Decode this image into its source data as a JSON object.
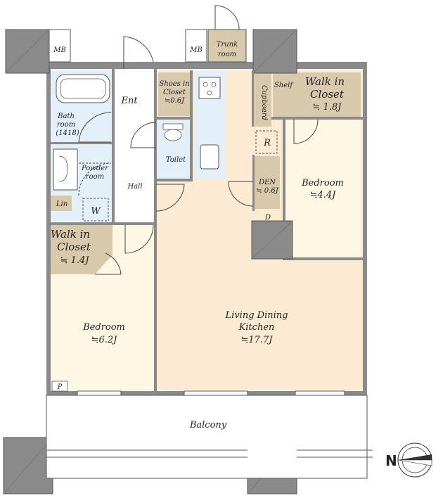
{
  "colors": {
    "wall": "#8a8a8a",
    "living": "#fcebd2",
    "bedroom": "#fdf7e3",
    "wet": "#e3f0fa",
    "closet": "#d8c9ad",
    "hall": "#ffffff",
    "balcony": "#ffffff"
  },
  "labels": {
    "mb_left": "MB",
    "mb_right": "MB",
    "trunk_1": "Trunk",
    "trunk_2": "room",
    "ent": "Ent",
    "shoes_1": "Shoes  in",
    "shoes_2": "Closet",
    "shoes_3": "≒0.6J",
    "bath_1": "Bath",
    "bath_2": "room",
    "bath_3": "(1418)",
    "powder_1": "Powder",
    "powder_2": "room",
    "toilet": "Toilet",
    "hall": "Hall",
    "lin": "Lin",
    "washer": "W",
    "cupboard": "Cupboard",
    "shelf": "Shelf",
    "wic_right_1": "Walk in",
    "wic_right_2": "Closet",
    "wic_right_3": "≒ 1.8J",
    "fridge": "R",
    "den_1": "DEN",
    "den_2": "≒ 0.6J",
    "bedroom_right_1": "Bedroom",
    "bedroom_right_2": "≒4.4J",
    "duct": "D",
    "wic_left_1": "Walk in",
    "wic_left_2": "Closet",
    "wic_left_3": "≒ 1.4J",
    "bedroom_left_1": "Bedroom",
    "bedroom_left_2": "≒6.2J",
    "ldk_1": "Living Dining",
    "ldk_2": "Kitchen",
    "ldk_3": "≒17.7J",
    "pipe": "P",
    "balcony": "Balcony",
    "compass": "N"
  }
}
